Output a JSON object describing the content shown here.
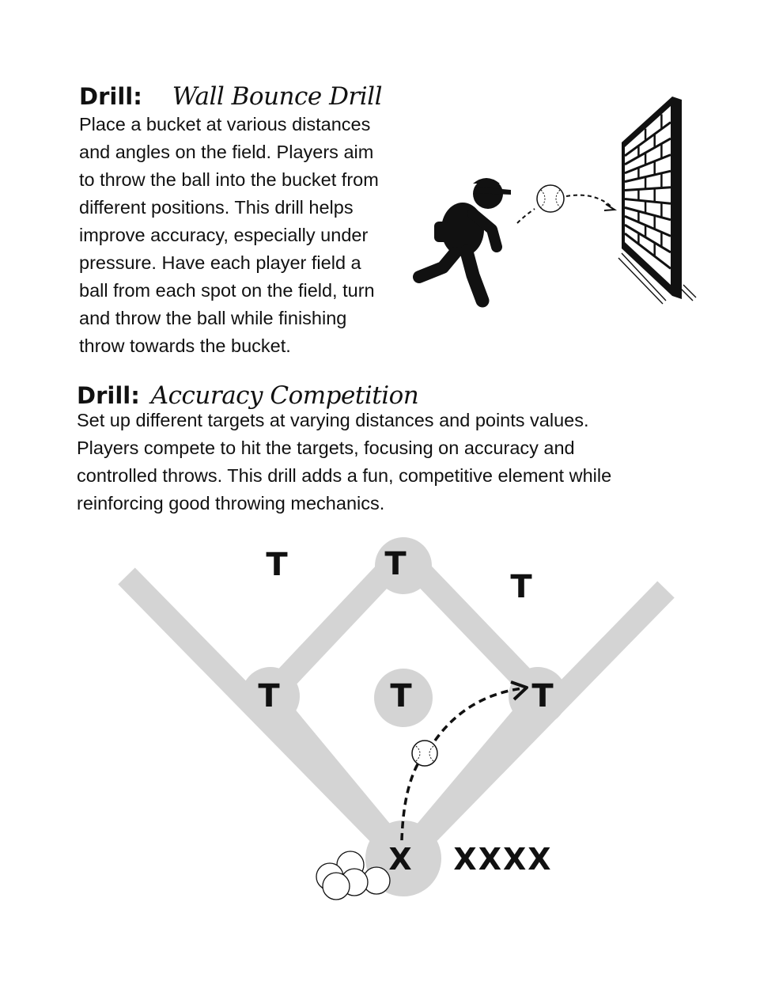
{
  "drill1": {
    "label": "Drill:",
    "name": "Wall Bounce Drill",
    "lines": [
      "Place a bucket at various distances",
      "and angles on the field. Players aim",
      "to throw the ball into the bucket from",
      "different positions. This drill helps",
      "improve accuracy, especially under",
      "pressure. Have each player field a",
      "ball from each spot on the field, turn",
      "and throw the ball while finishing",
      "throw towards the bucket."
    ]
  },
  "drill2": {
    "label": "Drill:",
    "name": "Accuracy Competition",
    "lines": [
      "Set up different targets at varying distances and points values.",
      "Players compete to hit the targets, focusing on accuracy and",
      "controlled throws. This drill adds a fun, competitive element while",
      "reinforcing good throwing mechanics."
    ]
  },
  "diagram": {
    "target_letter": "T",
    "player_mark": "X",
    "waiting_players": "XXXX"
  },
  "colors": {
    "ink": "#111111",
    "field_gray": "#d4d4d4"
  }
}
